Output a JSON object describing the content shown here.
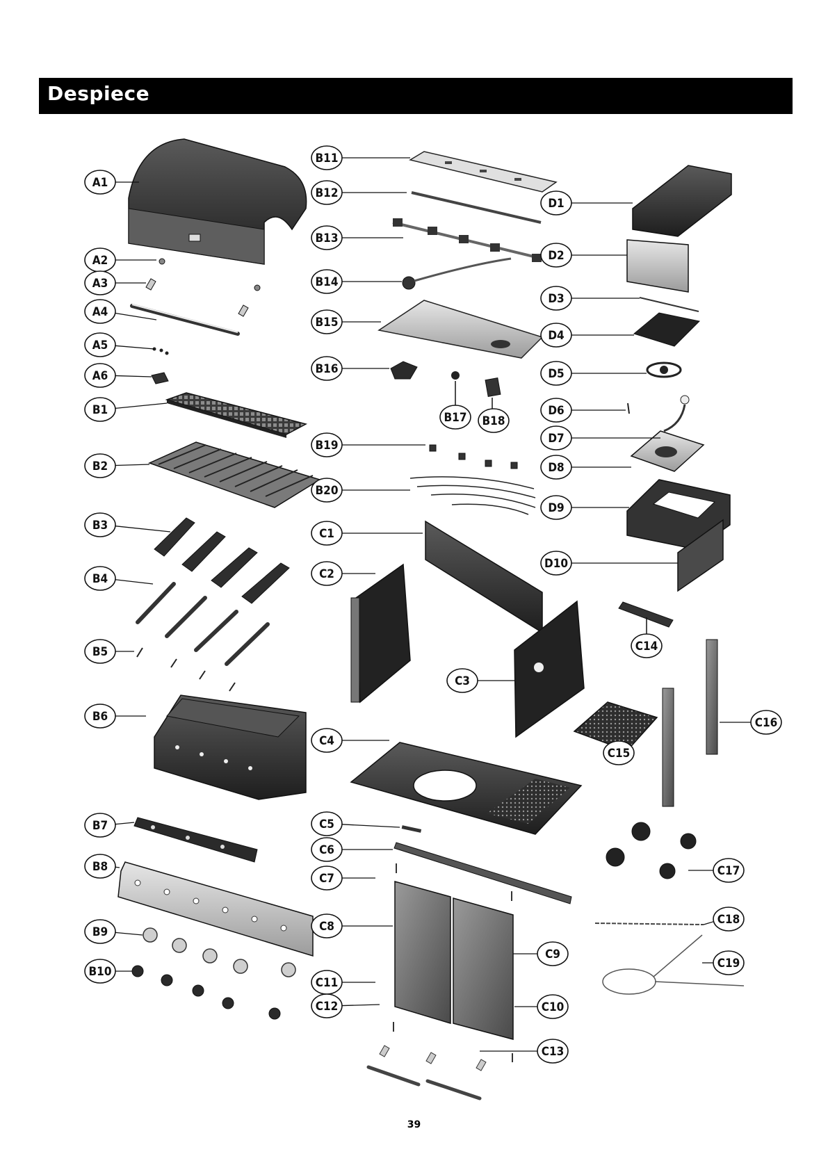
{
  "header": {
    "title": "Despiece"
  },
  "footer": {
    "page_number": "39"
  },
  "colors": {
    "header_bg": "#000000",
    "header_text": "#ffffff",
    "part_dark": "#2a2a2a",
    "part_mid": "#6d6d6d",
    "part_light": "#b8b8b8"
  },
  "parts": [
    "A1",
    "A2",
    "A3",
    "A4",
    "A5",
    "A6",
    "B1",
    "B2",
    "B3",
    "B4",
    "B5",
    "B6",
    "B7",
    "B8",
    "B9",
    "B10",
    "B11",
    "B12",
    "B13",
    "B14",
    "B15",
    "B16",
    "B17",
    "B18",
    "B19",
    "B20",
    "C1",
    "C2",
    "C3",
    "C4",
    "C5",
    "C6",
    "C7",
    "C8",
    "C9",
    "C10",
    "C11",
    "C12",
    "C13",
    "C14",
    "C15",
    "C16",
    "C17",
    "C18",
    "C19",
    "D1",
    "D2",
    "D3",
    "D4",
    "D5",
    "D6",
    "D7",
    "D8",
    "D9",
    "D10"
  ]
}
